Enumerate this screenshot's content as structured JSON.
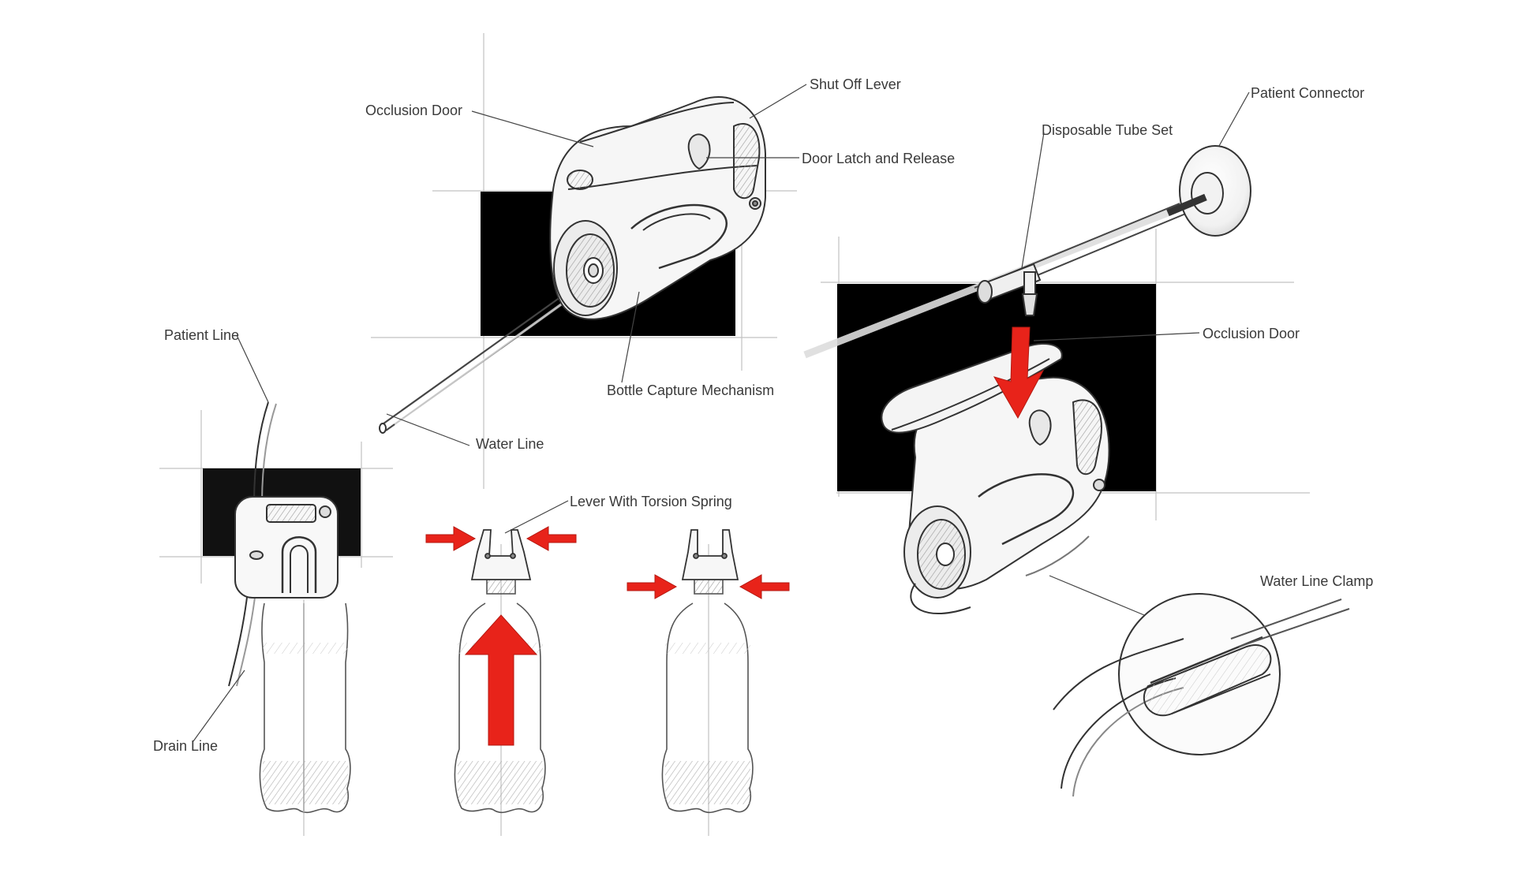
{
  "labels": {
    "occlusion_door_top": "Occlusion Door",
    "shut_off_lever": "Shut Off Lever",
    "door_latch_release": "Door Latch and Release",
    "bottle_capture": "Bottle Capture Mechanism",
    "water_line": "Water Line",
    "patient_line": "Patient Line",
    "drain_line": "Drain Line",
    "lever_torsion_spring": "Lever With Torsion Spring",
    "disposable_tube_set": "Disposable Tube Set",
    "patient_connector": "Patient Connector",
    "occlusion_door_right": "Occlusion Door",
    "water_line_clamp": "Water Line Clamp"
  },
  "colors": {
    "background": "#ffffff",
    "sketch_line": "#3a3a3a",
    "construction_line": "#bdbdbd",
    "backdrop": "#000000",
    "arrow": "#e8231a",
    "label_text": "#3a3a3a"
  },
  "icons": [
    "arrow-down-red",
    "arrow-up-red",
    "arrow-left-red",
    "arrow-right-red"
  ]
}
